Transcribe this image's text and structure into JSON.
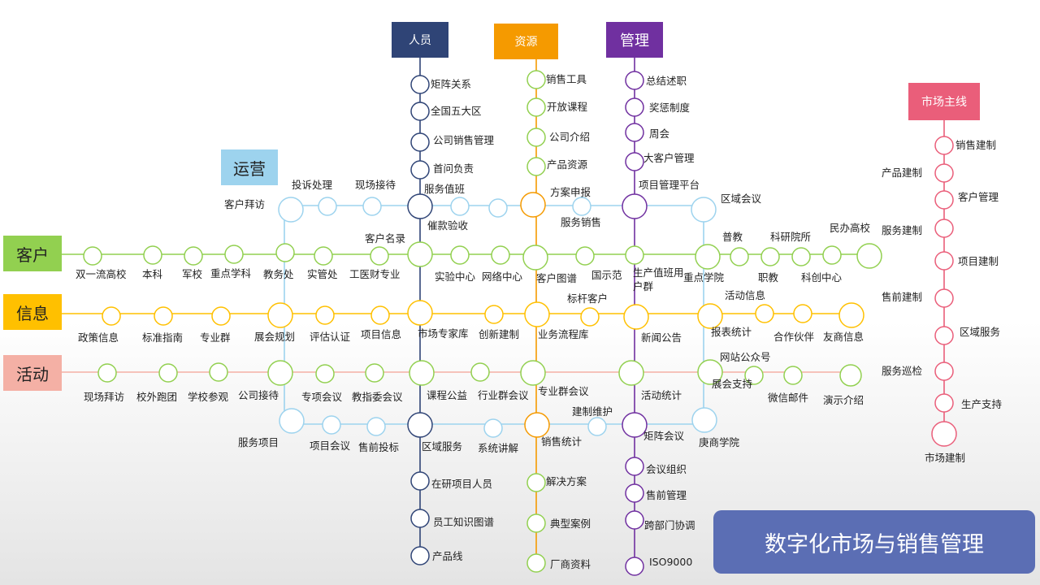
{
  "lines": {
    "kehu": {
      "label": "客户",
      "color": "#92d050",
      "text": "#222222"
    },
    "xinxi": {
      "label": "信息",
      "color": "#ffc000",
      "text": "#222222"
    },
    "huodong": {
      "label": "活动",
      "color": "#f4b0a5",
      "text": "#222222"
    },
    "yunying": {
      "label": "运营",
      "color": "#9dd3ee",
      "text": "#222222"
    },
    "renyuan": {
      "label": "人员",
      "color": "#2f4476",
      "text": "#ffffff"
    },
    "ziyuan": {
      "label": "资源",
      "color": "#f59a00",
      "text": "#ffffff"
    },
    "guanli": {
      "label": "管理",
      "color": "#7030a0",
      "text": "#ffffff"
    },
    "shichang": {
      "label": "市场主线",
      "color": "#ea5e7a",
      "text": "#ffffff"
    }
  },
  "title": {
    "text": "数字化市场与销售管理",
    "color": "#5b6eb4"
  },
  "nodes": [
    "矩阵关系",
    "全国五大区",
    "公司销售管理",
    "首问负责",
    "服务值班",
    "催款验收",
    "客户名录",
    "实验中心",
    "网络中心",
    "市场专家库",
    "创新建制",
    "课程公益",
    "行业群会议",
    "区域服务",
    "系统讲解",
    "在研项目人员",
    "员工知识图谱",
    "产品线",
    "销售工具",
    "开放课程",
    "公司介绍",
    "产品资源",
    "方案申报",
    "服务销售",
    "客户图谱",
    "国示范",
    "标杆客户",
    "业务流程库",
    "专业群会议",
    "建制维护",
    "销售统计",
    "解决方案",
    "典型案例",
    "厂商资料",
    "总结述职",
    "奖惩制度",
    "周会",
    "大客户管理",
    "项目管理平台",
    "生产值班用",
    "户群",
    "新闻公告",
    "活动统计",
    "矩阵会议",
    "会议组织",
    "售前管理",
    "跨部门协调",
    "ISO9000",
    "客户拜访",
    "投诉处理",
    "现场接待",
    "区域会议",
    "重点学院",
    "活动信息",
    "报表统计",
    "网站公众号",
    "展会支持",
    "庚商学院",
    "双一流高校",
    "本科",
    "军校",
    "重点学科",
    "教务处",
    "实管处",
    "工医财专业",
    "普教",
    "科研院所",
    "民办高校",
    "职教",
    "科创中心",
    "政策信息",
    "标准指南",
    "专业群",
    "展会规划",
    "评估认证",
    "项目信息",
    "合作伙伴",
    "友商信息",
    "现场拜访",
    "校外跑团",
    "学校参观",
    "公司接待",
    "专项会议",
    "教指委会议",
    "微信邮件",
    "演示介绍",
    "服务项目",
    "项目会议",
    "售前投标",
    "销售建制",
    "产品建制",
    "客户管理",
    "服务建制",
    "项目建制",
    "售前建制",
    "区域服务",
    "服务巡检",
    "生产支持",
    "市场建制"
  ]
}
